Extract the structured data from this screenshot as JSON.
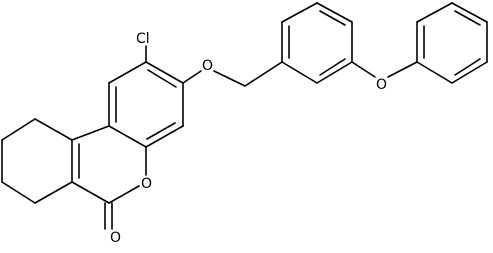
{
  "molecule": {
    "atoms": {
      "chlorine": "Cl",
      "ether_oxygen": "O",
      "phenoxy_oxygen": "O",
      "ring_oxygen": "O",
      "carbonyl_oxygen": "O"
    }
  },
  "colors": {
    "bond": "#000000",
    "background": "#ffffff"
  }
}
